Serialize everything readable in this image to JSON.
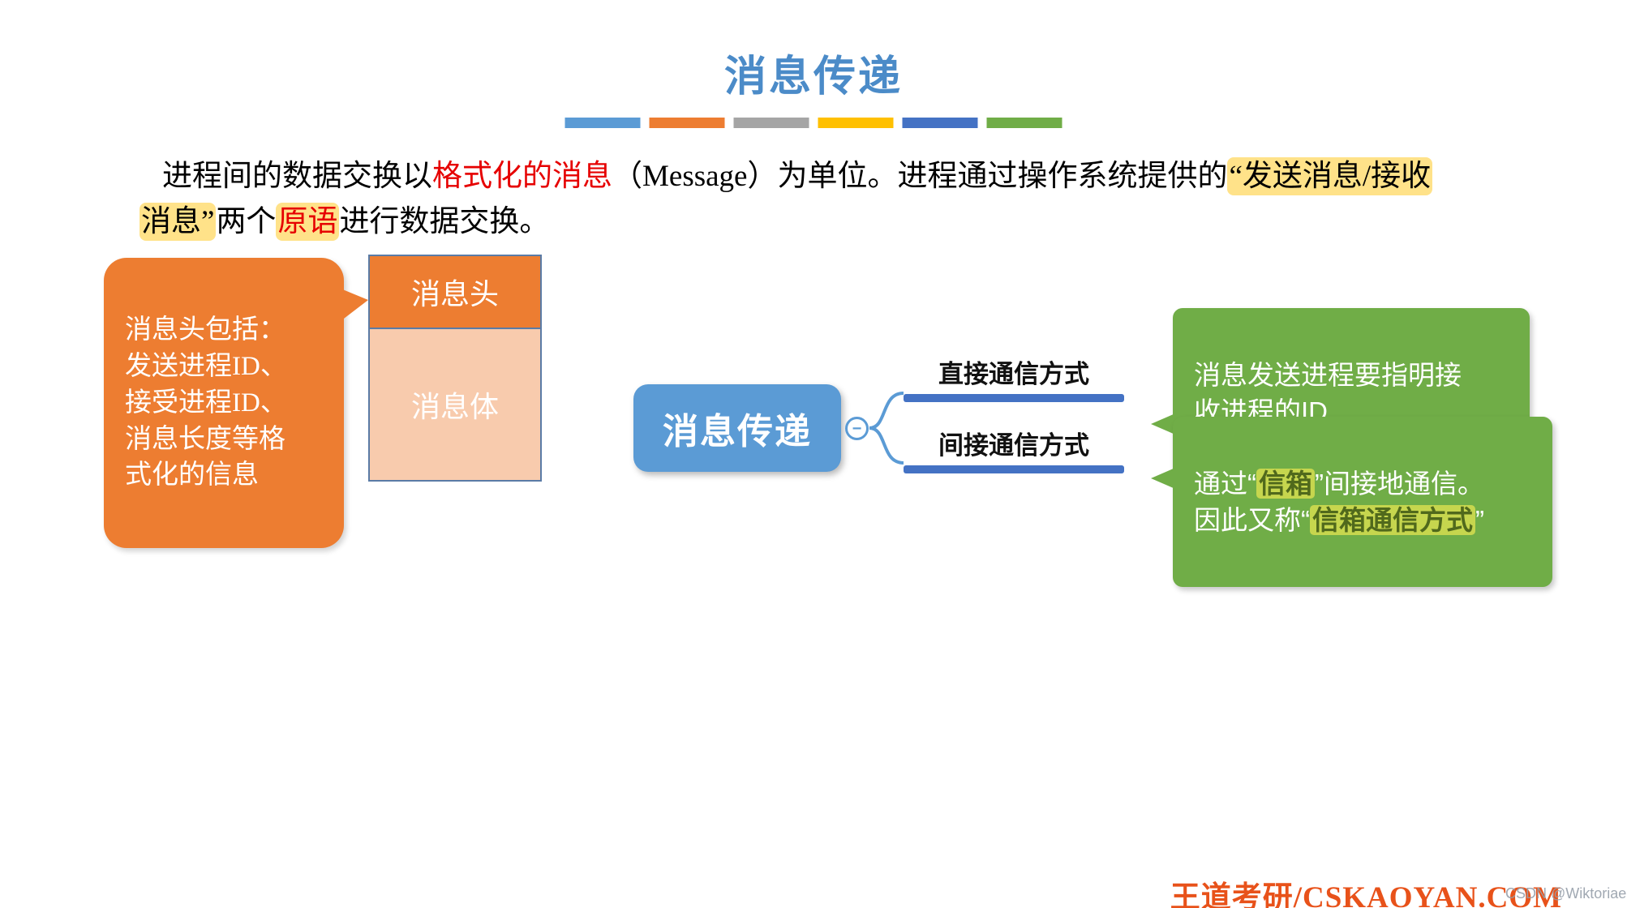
{
  "title": "消息传递",
  "divider_colors": [
    "#5B9BD5",
    "#ED7D31",
    "#A5A5A5",
    "#FFC000",
    "#4472C4",
    "#70AD47"
  ],
  "intro": {
    "line1": [
      {
        "text": "进程间的数据交换以"
      },
      {
        "text": "格式化的消息"
      },
      {
        "text": "（Message）为单位。进程通过操作系统提供的"
      },
      {
        "text": "“发送消息/接收"
      }
    ],
    "line2": [
      {
        "text": "消息”"
      },
      {
        "text": "两个"
      },
      {
        "text": "原语"
      },
      {
        "text": "进行数据交换。"
      }
    ]
  },
  "orange_callout": {
    "text": "消息头包括：\n发送进程ID、\n接受进程ID、\n消息长度等格\n式化的信息"
  },
  "message_box": {
    "header": "消息头",
    "body": "消息体"
  },
  "mindmap": {
    "root": "消息传递",
    "minus_glyph": "−",
    "branches": [
      {
        "label": "直接通信方式"
      },
      {
        "label": "间接通信方式"
      }
    ]
  },
  "green_callout_direct": {
    "text": "消息发送进程要指明接\n收进程的ID"
  },
  "green_callout_indirect": {
    "parts": [
      {
        "text": "通过“"
      },
      {
        "text": "信箱"
      },
      {
        "text": "”间接地通信。\n因此又称“"
      },
      {
        "text": "信箱通信方式"
      },
      {
        "text": "”"
      }
    ]
  },
  "footer": {
    "brand": "王道考研/CSKAOYAN.COM",
    "watermark": "CSDN @Wiktoriae"
  },
  "colors": {
    "title_blue": "#4B8BC8",
    "orange": "#ED7D31",
    "peach": "#F8CBAD",
    "node_blue": "#5B9BD5",
    "branch_blue": "#4472C4",
    "green": "#70AD47",
    "highlight_yellow": "#FFE289",
    "highlight_green": "#C6D64E",
    "red": "#E60000",
    "brand_orange": "#E8521A"
  }
}
